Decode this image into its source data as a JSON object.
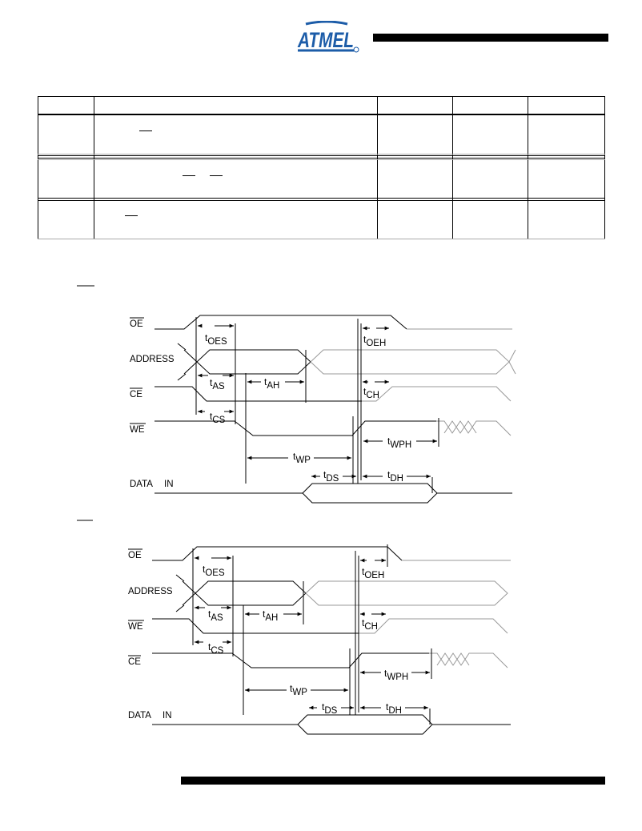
{
  "header": {
    "logo_text": "ATMEL",
    "accent_color": "#1c5ca8"
  },
  "waveform_1": {
    "signals": {
      "oe": "OE",
      "address": "ADDRESS",
      "ce": "CE",
      "we": "WE",
      "data": "DATA",
      "data_in": "IN"
    },
    "timings": {
      "oes": {
        "t": "t",
        "sub": "OES"
      },
      "oeh": {
        "t": "t",
        "sub": "OEH"
      },
      "as": {
        "t": "t",
        "sub": "AS"
      },
      "ah": {
        "t": "t",
        "sub": "AH"
      },
      "ch": {
        "t": "t",
        "sub": "CH"
      },
      "cs": {
        "t": "t",
        "sub": "CS"
      },
      "wph": {
        "t": "t",
        "sub": "WPH"
      },
      "wp": {
        "t": "t",
        "sub": "WP"
      },
      "ds": {
        "t": "t",
        "sub": "DS"
      },
      "dh": {
        "t": "t",
        "sub": "DH"
      }
    }
  },
  "waveform_2": {
    "signals": {
      "oe": "OE",
      "address": "ADDRESS",
      "we": "WE",
      "ce": "CE",
      "data": "DATA",
      "data_in": "IN"
    },
    "timings": {
      "oes": {
        "t": "t",
        "sub": "OES"
      },
      "oeh": {
        "t": "t",
        "sub": "OEH"
      },
      "as": {
        "t": "t",
        "sub": "AS"
      },
      "ah": {
        "t": "t",
        "sub": "AH"
      },
      "ch": {
        "t": "t",
        "sub": "CH"
      },
      "cs": {
        "t": "t",
        "sub": "CS"
      },
      "wph": {
        "t": "t",
        "sub": "WPH"
      },
      "wp": {
        "t": "t",
        "sub": "WP"
      },
      "ds": {
        "t": "t",
        "sub": "DS"
      },
      "dh": {
        "t": "t",
        "sub": "DH"
      }
    }
  }
}
